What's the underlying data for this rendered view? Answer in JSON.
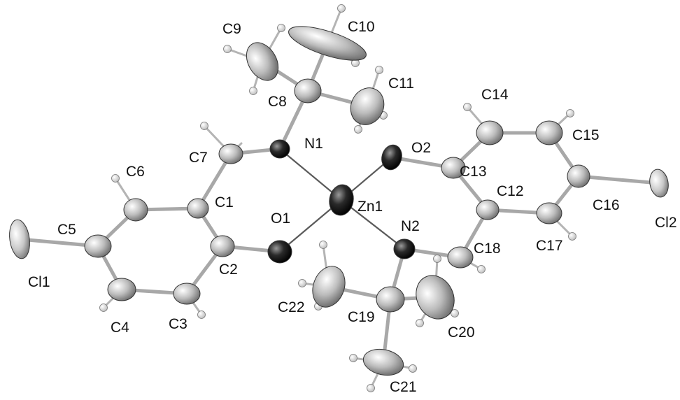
{
  "diagram": {
    "labels": {
      "C9": "C9",
      "C10": "C10",
      "C11": "C11",
      "C8": "C8",
      "C14": "C14",
      "N1": "N1",
      "O2": "O2",
      "C15": "C15",
      "C6": "C6",
      "C7": "C7",
      "C13": "C13",
      "C12": "C12",
      "C1": "C1",
      "Zn1": "Zn1",
      "C16": "C16",
      "Cl2": "Cl2",
      "C5": "C5",
      "O1": "O1",
      "N2": "N2",
      "C17": "C17",
      "C2": "C2",
      "C18": "C18",
      "Cl1": "Cl1",
      "C22": "C22",
      "C19": "C19",
      "C20": "C20",
      "C4": "C4",
      "C3": "C3",
      "C21": "C21"
    },
    "colors": {
      "carbon": "#bdbdbd",
      "chlorine": "#c9c9c9",
      "hydrogen": "#f2f2f2",
      "nitrogen": "#222222",
      "oxygen": "#222222",
      "zinc": "#111111",
      "bond": "#a8a8a8"
    }
  }
}
